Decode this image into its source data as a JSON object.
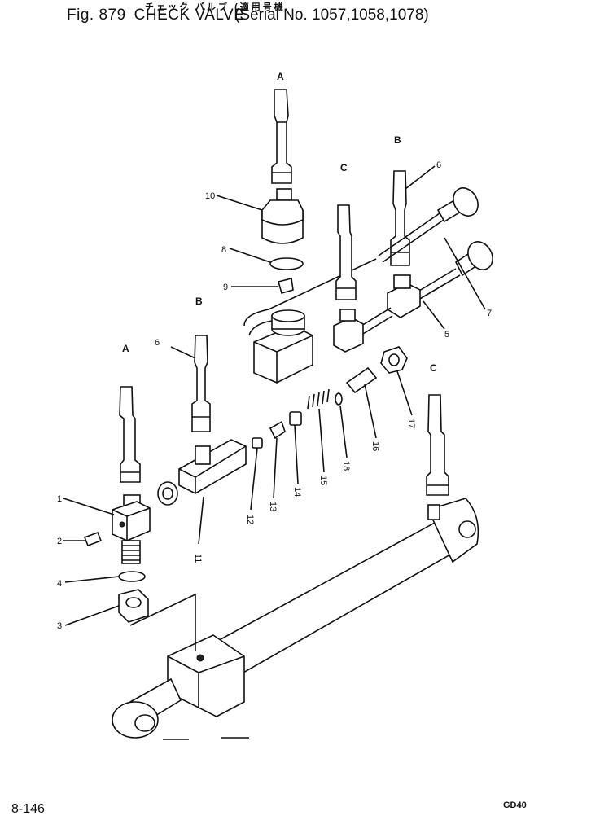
{
  "header": {
    "japanese": "チェック バルブ (適用号機",
    "fig_label": "Fig. 879",
    "part_name": "CHECK VALVE",
    "serial": "(Serial No. 1057,1058,1078)"
  },
  "callouts": {
    "n1": "1",
    "n2": "2",
    "n3": "3",
    "n4": "4",
    "n5": "5",
    "n6a": "6",
    "n6b": "6",
    "n7": "7",
    "n8": "8",
    "n9": "9",
    "n10": "10",
    "n11": "11",
    "n12": "12",
    "n13": "13",
    "n14": "14",
    "n15": "15",
    "n16": "16",
    "n17": "17",
    "n18": "18"
  },
  "connectors": {
    "a1": "A",
    "a2": "A",
    "b1": "B",
    "b2": "B",
    "c1": "C",
    "c2": "C"
  },
  "footer": {
    "page": "8-146",
    "model": "GD40"
  }
}
